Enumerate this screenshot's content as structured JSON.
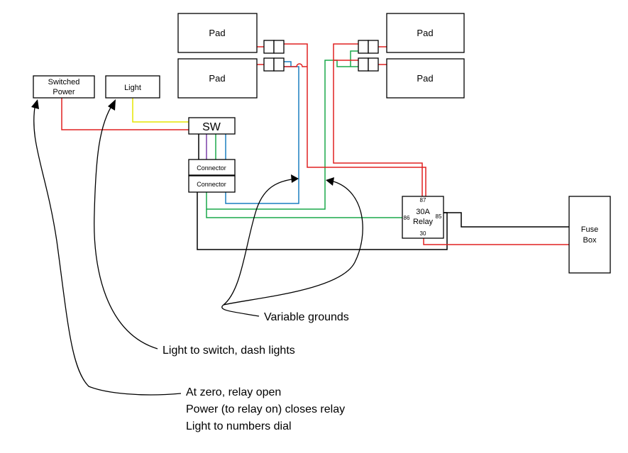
{
  "components": {
    "pad_label": "Pad",
    "switched_power": [
      "Switched",
      "Power"
    ],
    "light": "Light",
    "switch": "SW",
    "connector": "Connector",
    "relay": {
      "lines": [
        "30A",
        "Relay"
      ],
      "pin_87": "87",
      "pin_86": "86",
      "pin_85": "85",
      "pin_30": "30"
    },
    "fuse_box": [
      "Fuse",
      "Box"
    ]
  },
  "annotations": {
    "variable_grounds": "Variable grounds",
    "light_to_switch": "Light to switch, dash lights",
    "notes": [
      "At zero, relay open",
      "Power (to relay on) closes relay",
      "Light to numbers dial"
    ]
  },
  "colors": {
    "power": "#e02020",
    "ground": "#000000",
    "signal_green": "#1aa84a",
    "signal_blue": "#1a7fc0",
    "light": "#e6e600",
    "signal_purple": "#7b3fa8"
  }
}
